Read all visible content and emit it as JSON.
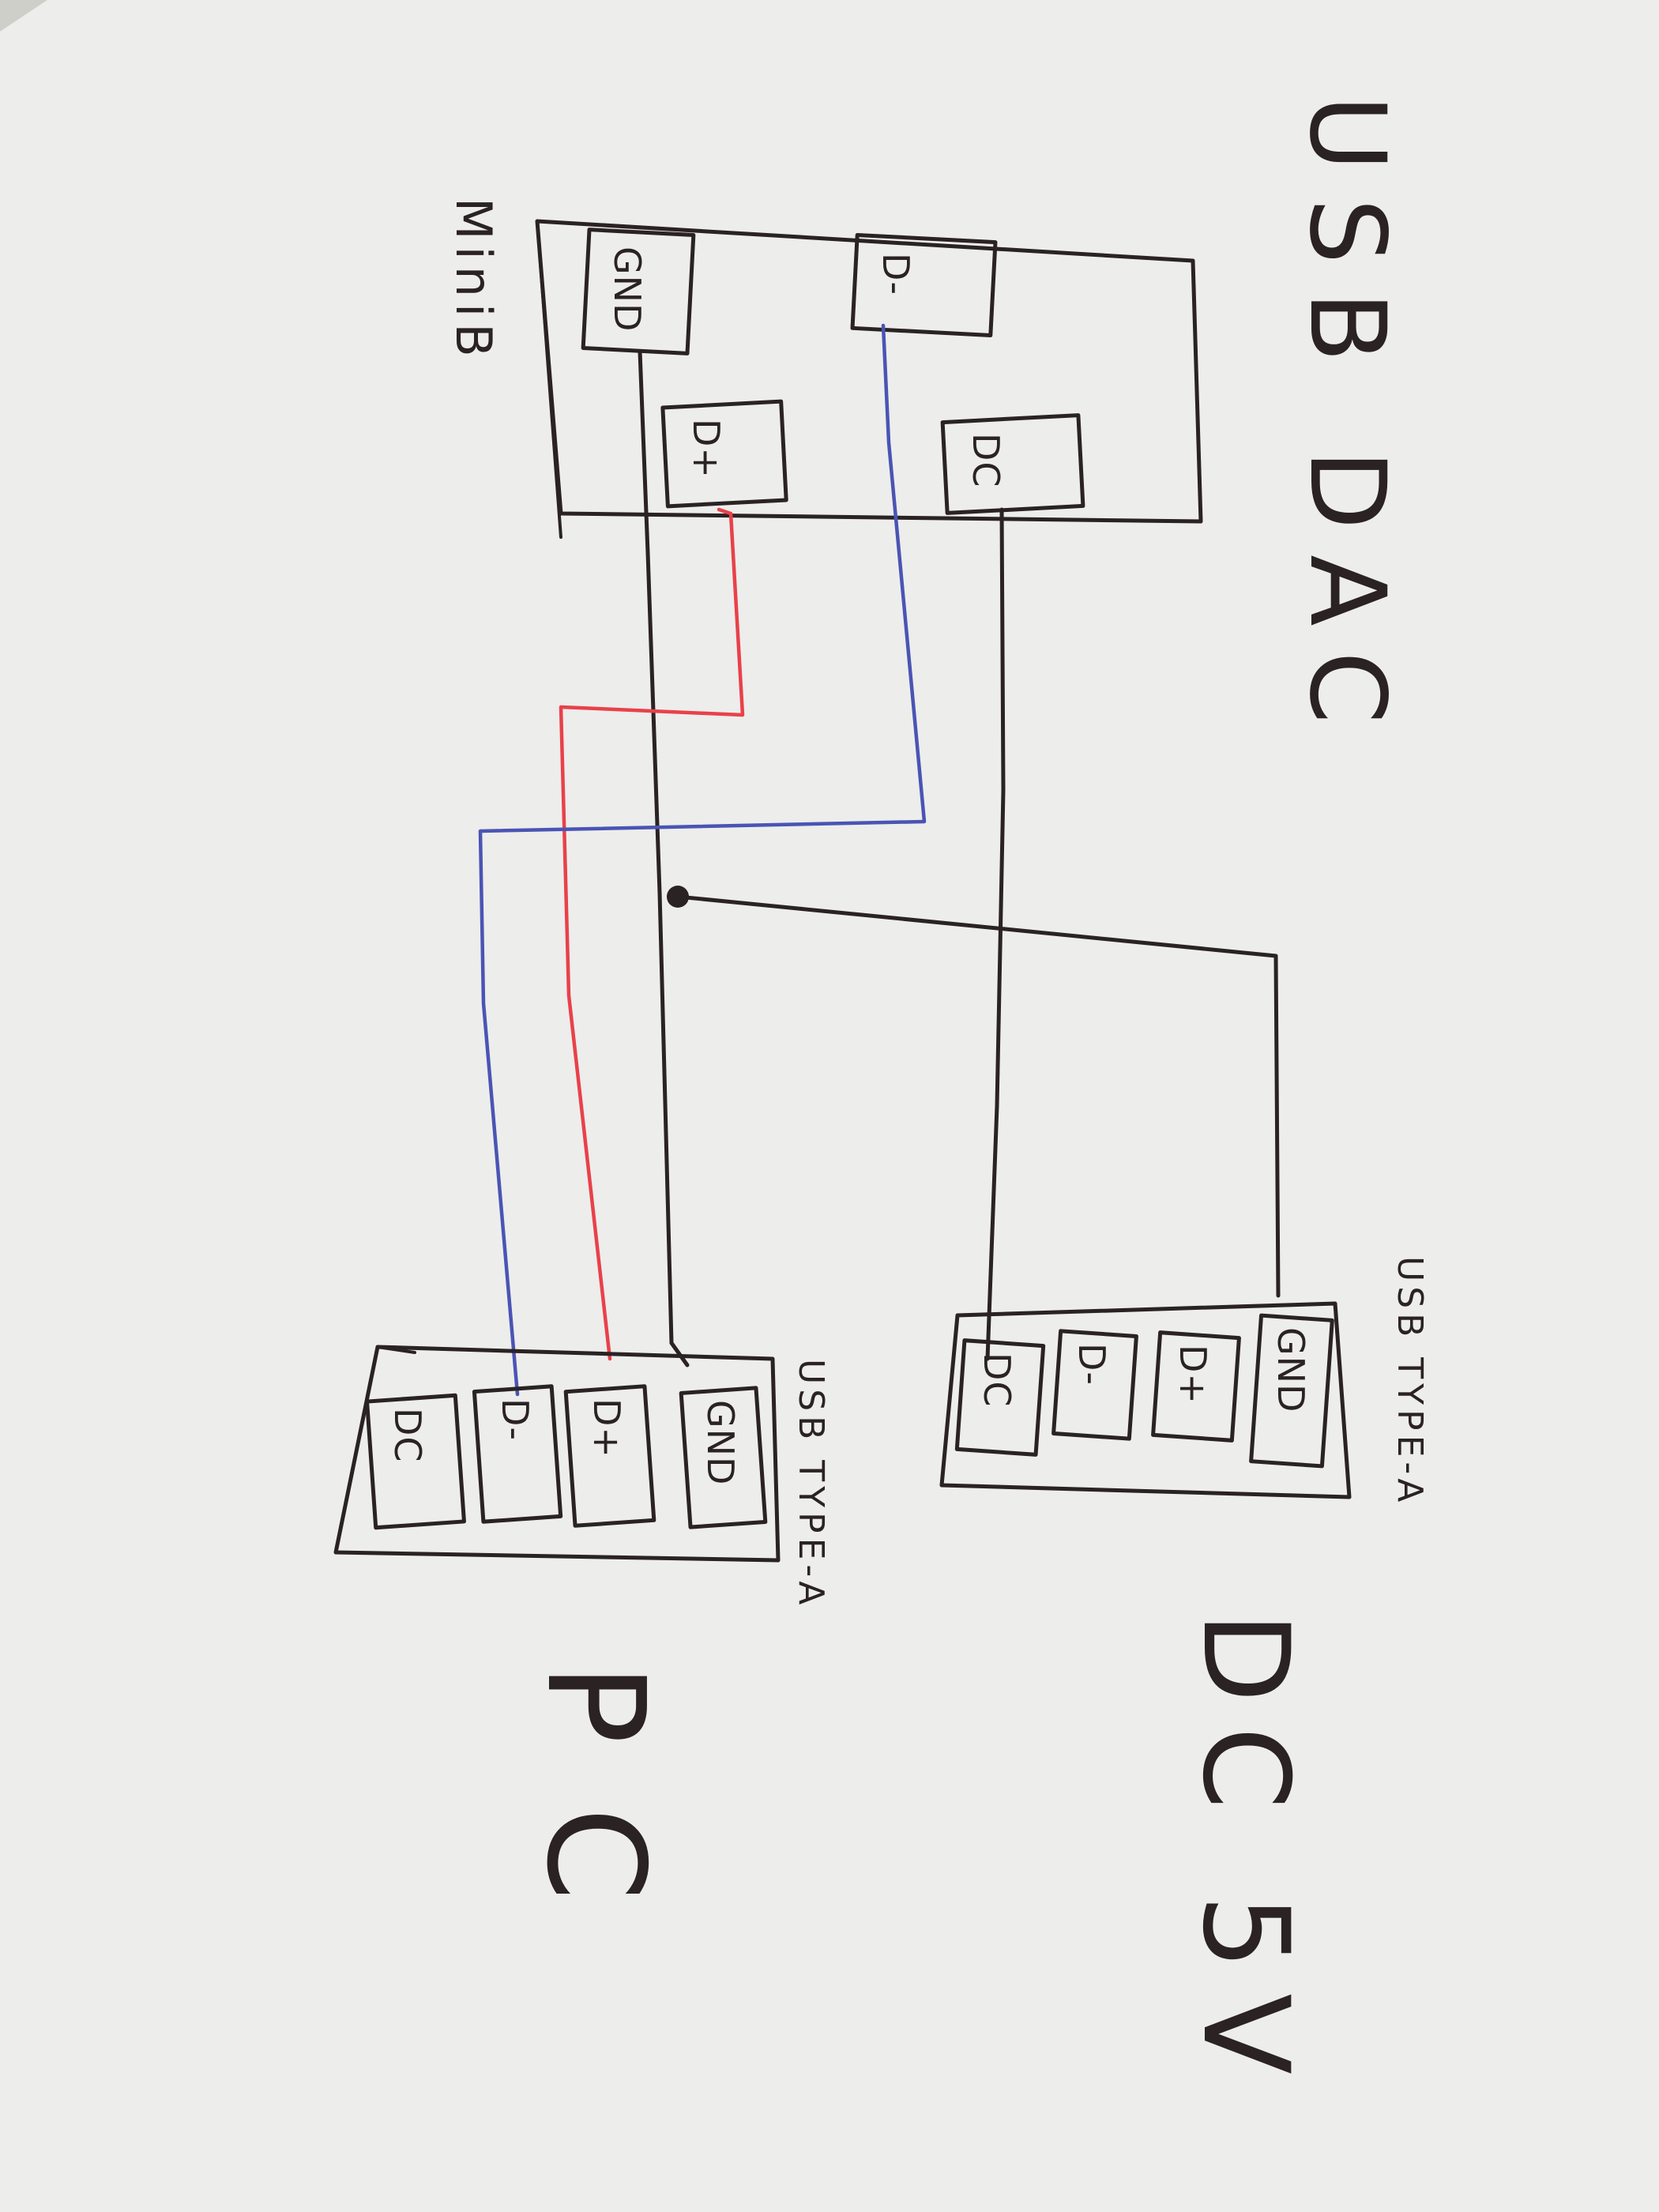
{
  "title": "USB DAC",
  "dac": {
    "connector_label": "MiniB",
    "pins": [
      "GND",
      "D-",
      "D+",
      "DC"
    ]
  },
  "pc": {
    "name": "PC",
    "connector_label": "USB TYPE-A",
    "pins": [
      "GND",
      "D+",
      "D-",
      "DC"
    ]
  },
  "dc5v": {
    "name": "DC 5V",
    "connector_label": "USB TYPE-A",
    "pins": [
      "GND",
      "D+",
      "D-",
      "DC"
    ]
  },
  "wires": [
    {
      "from": "USB DAC GND",
      "to": "PC GND",
      "color": "#2a2223"
    },
    {
      "from": "USB DAC D+",
      "to": "PC D+",
      "color": "#e8414a"
    },
    {
      "from": "USB DAC D-",
      "to": "PC D-",
      "color": "#4a54b4"
    },
    {
      "from": "USB DAC DC",
      "to": "DC 5V DC",
      "color": "#2a2223"
    },
    {
      "from": "USB DAC GND",
      "to": "DC 5V GND",
      "color": "#2a2223"
    }
  ],
  "colors": {
    "paper": "#eeeeec",
    "ink": "#2a2223",
    "data_plus_wire": "#e8414a",
    "data_minus_wire": "#4a54b4"
  }
}
